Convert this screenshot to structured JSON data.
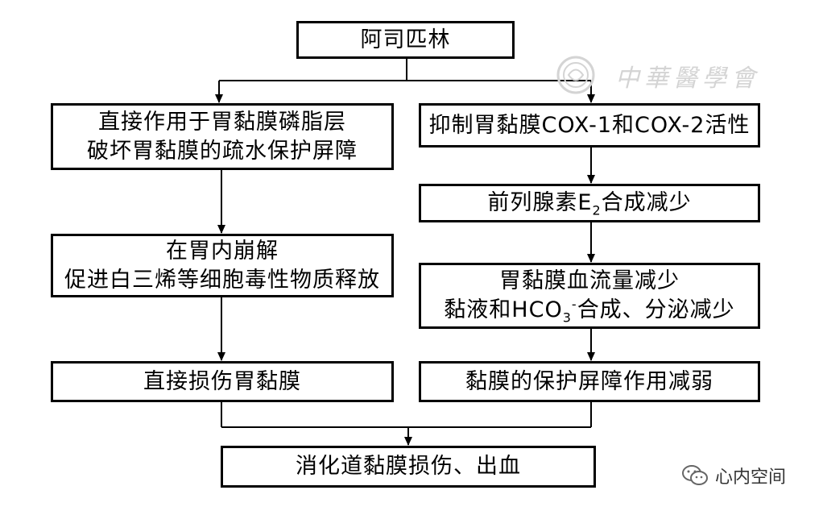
{
  "diagram": {
    "nodes": {
      "aspirin": "阿司匹林",
      "left1": {
        "line1": "直接作用于胃黏膜磷脂层",
        "line2": "破坏胃黏膜的疏水保护屏障"
      },
      "left2": {
        "line1": "在胃内崩解",
        "line2": "促进白三烯等细胞毒性物质释放"
      },
      "left3": "直接损伤胃黏膜",
      "right1": "抑制胃黏膜COX-1和COX-2活性",
      "right2": {
        "pre": "前列腺素E",
        "sub": "2",
        "post": "合成减少"
      },
      "right3": {
        "line1": "胃黏膜血流量减少",
        "pre": "黏液和HCO",
        "sub": "3",
        "sup": "-",
        "post": "合成、分泌减少"
      },
      "right4": "黏膜的保护屏障作用减弱",
      "final": "消化道黏膜损伤、出血"
    },
    "edges": [
      [
        "aspirin",
        "left1"
      ],
      [
        "aspirin",
        "right1"
      ],
      [
        "left1",
        "left2"
      ],
      [
        "left2",
        "left3"
      ],
      [
        "right1",
        "right2"
      ],
      [
        "right2",
        "right3"
      ],
      [
        "right3",
        "right4"
      ],
      [
        "left3",
        "final"
      ],
      [
        "right4",
        "final"
      ]
    ]
  },
  "watermark": {
    "text": "中華醫學會"
  },
  "wechat_badge": {
    "label": "心内空间",
    "icon": "wechat-icon"
  }
}
